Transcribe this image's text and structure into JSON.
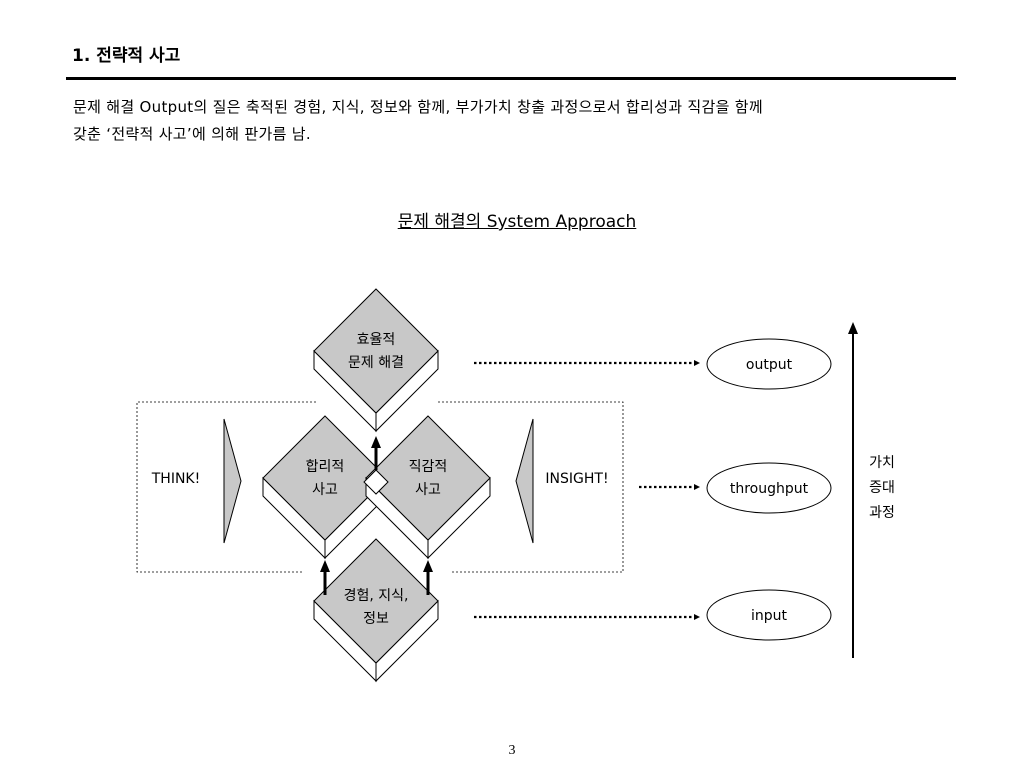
{
  "heading": "1. 전략적 사고",
  "paragraph": {
    "line1": "문제 해결 Output의 질은 축적된 경험, 지식, 정보와 함께, 부가가치 창출 과정으로서 합리성과 직감을 함께",
    "line2": "갖춘 ‘전략적 사고’에 의해 판가름 남."
  },
  "diagram": {
    "title": "문제 해결의 System Approach",
    "top_box": {
      "line1": "효율적",
      "line2": "문제 해결"
    },
    "left_box": {
      "line1": "합리적",
      "line2": "사고"
    },
    "right_box": {
      "line1": "직감적",
      "line2": "사고"
    },
    "bottom_box": {
      "line1": "경험, 지식,",
      "line2": "정보"
    },
    "think_label": "THINK!",
    "insight_label": "INSIGHT!",
    "ellipses": {
      "output": "output",
      "throughput": "throughput",
      "input": "input"
    },
    "value_axis": {
      "line1": "가치",
      "line2": "증대",
      "line3": "과정"
    }
  },
  "page_number": "3",
  "colors": {
    "box_fill": "#c8c8c8",
    "side_fill": "#ffffff",
    "line": "#000000"
  }
}
